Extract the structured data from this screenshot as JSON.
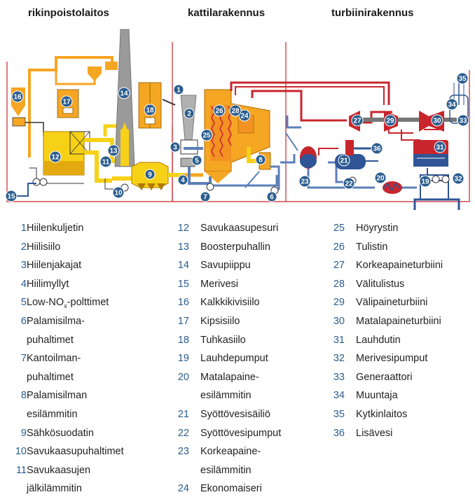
{
  "sections": {
    "left": "rikinpoistolaitos",
    "middle": "kattilarakennus",
    "right": "turbiinirakennus"
  },
  "colors": {
    "red": "#c8262c",
    "orange": "#f5a623",
    "yellow": "#f7d117",
    "blue": "#2f5597",
    "dark_blue": "#1f3f7a",
    "gray": "#8c8c8c",
    "marker": "#2b5d8e"
  },
  "markers": [
    {
      "n": "1"
    },
    {
      "n": "2"
    },
    {
      "n": "3"
    },
    {
      "n": "4"
    },
    {
      "n": "5"
    },
    {
      "n": "6"
    },
    {
      "n": "7"
    },
    {
      "n": "8"
    },
    {
      "n": "9"
    },
    {
      "n": "10"
    },
    {
      "n": "11"
    },
    {
      "n": "12"
    },
    {
      "n": "13"
    },
    {
      "n": "14"
    },
    {
      "n": "15"
    },
    {
      "n": "16"
    },
    {
      "n": "17"
    },
    {
      "n": "18"
    },
    {
      "n": "19"
    },
    {
      "n": "20"
    },
    {
      "n": "21"
    },
    {
      "n": "22"
    },
    {
      "n": "23"
    },
    {
      "n": "24"
    },
    {
      "n": "25"
    },
    {
      "n": "26"
    },
    {
      "n": "27"
    },
    {
      "n": "28"
    },
    {
      "n": "29"
    },
    {
      "n": "30"
    },
    {
      "n": "31"
    },
    {
      "n": "32"
    },
    {
      "n": "33"
    },
    {
      "n": "34"
    },
    {
      "n": "35"
    },
    {
      "n": "36"
    }
  ],
  "legend": {
    "col1": [
      {
        "num": "1",
        "lines": [
          "Hiilenkuljetin"
        ]
      },
      {
        "num": "2",
        "lines": [
          "Hiilisiilo"
        ]
      },
      {
        "num": "3",
        "lines": [
          "Hiilenjakajat"
        ]
      },
      {
        "num": "4",
        "lines": [
          "Hiilimyllyt"
        ]
      },
      {
        "num": "5",
        "lines": [
          "Low-NOx-polttimet"
        ]
      },
      {
        "num": "6",
        "lines": [
          "Palamisilma-",
          "puhaltimet"
        ]
      },
      {
        "num": "7",
        "lines": [
          "Kantoilman-",
          "puhaltimet"
        ]
      },
      {
        "num": "8",
        "lines": [
          "Palamisilman",
          "esilämmitin"
        ]
      },
      {
        "num": "9",
        "lines": [
          "Sähkösuodatin"
        ]
      },
      {
        "num": "10",
        "lines": [
          "Savukaasupuhaltimet"
        ]
      },
      {
        "num": "11",
        "lines": [
          "Savukaasujen",
          "jälkilämmitin"
        ]
      }
    ],
    "col2": [
      {
        "num": "12",
        "lines": [
          "Savukaasupesuri"
        ]
      },
      {
        "num": "13",
        "lines": [
          "Boosterpuhallin"
        ]
      },
      {
        "num": "14",
        "lines": [
          "Savupiippu"
        ]
      },
      {
        "num": "15",
        "lines": [
          "Merivesi"
        ]
      },
      {
        "num": "16",
        "lines": [
          "Kalkkikivisiilo"
        ]
      },
      {
        "num": "17",
        "lines": [
          "Kipsisiilo"
        ]
      },
      {
        "num": "18",
        "lines": [
          "Tuhkasiilo"
        ]
      },
      {
        "num": "19",
        "lines": [
          "Lauhdepumput"
        ]
      },
      {
        "num": "20",
        "lines": [
          "Matalapaine-",
          "esilämmitin"
        ]
      },
      {
        "num": "21",
        "lines": [
          "Syöttövesisäiliö"
        ]
      },
      {
        "num": "22",
        "lines": [
          "Syöttövesipumput"
        ]
      },
      {
        "num": "23",
        "lines": [
          "Korkeapaine-",
          "esilämmitin"
        ]
      },
      {
        "num": "24",
        "lines": [
          "Ekonomaiseri"
        ]
      }
    ],
    "col3": [
      {
        "num": "25",
        "lines": [
          "Höyrystin"
        ]
      },
      {
        "num": "26",
        "lines": [
          "Tulistin"
        ]
      },
      {
        "num": "27",
        "lines": [
          "Korkeapaineturbiini"
        ]
      },
      {
        "num": "28",
        "lines": [
          "Välitulistus"
        ]
      },
      {
        "num": "29",
        "lines": [
          "Välipaineturbiini"
        ]
      },
      {
        "num": "30",
        "lines": [
          "Matalapaineturbiini"
        ]
      },
      {
        "num": "31",
        "lines": [
          "Lauhdutin"
        ]
      },
      {
        "num": "32",
        "lines": [
          "Merivesipumput"
        ]
      },
      {
        "num": "33",
        "lines": [
          "Generaattori"
        ]
      },
      {
        "num": "34",
        "lines": [
          "Muuntaja"
        ]
      },
      {
        "num": "35",
        "lines": [
          "Kytkinlaitos"
        ]
      },
      {
        "num": "36",
        "lines": [
          "Lisävesi"
        ]
      }
    ]
  }
}
